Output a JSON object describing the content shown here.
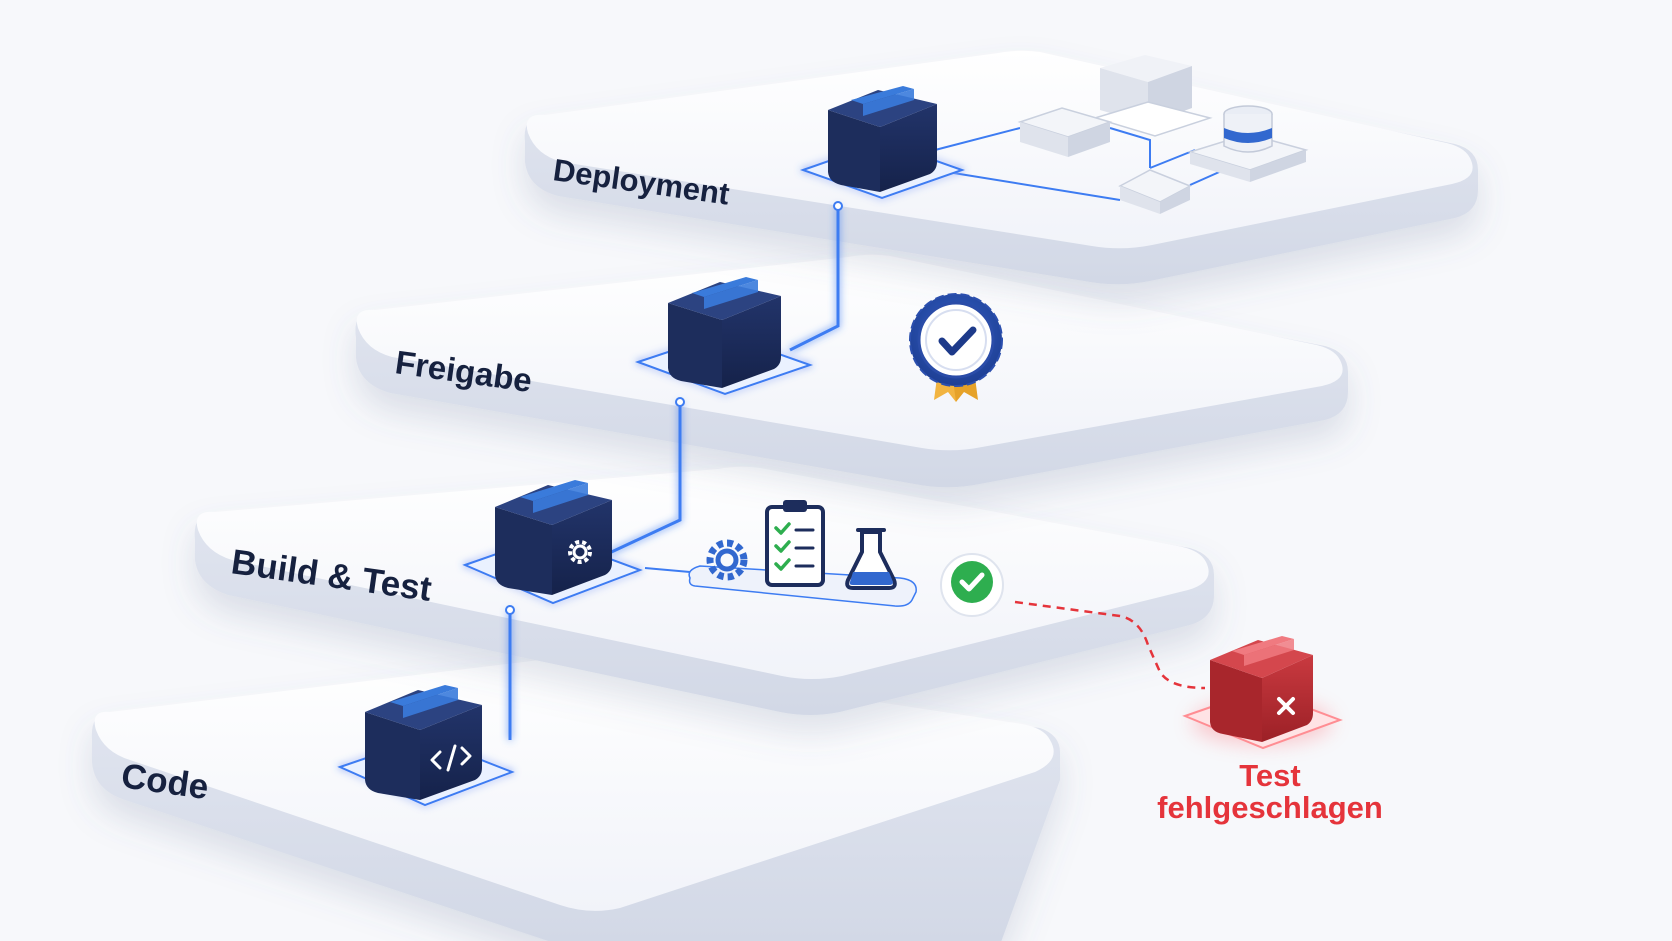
{
  "stages": [
    {
      "id": "code",
      "label": "Code"
    },
    {
      "id": "build",
      "label": "Build & Test"
    },
    {
      "id": "release",
      "label": "Freigabe"
    },
    {
      "id": "deploy",
      "label": "Deployment"
    }
  ],
  "failure": {
    "line1": "Test",
    "line2": "fehlgeschlagen"
  },
  "colors": {
    "box": "#1d2d5c",
    "box_tape": "#3a7bdb",
    "connector": "#3d7cf2",
    "success": "#2eae4f",
    "failure": "#c4333a",
    "failure_text": "#e5343b",
    "label": "#16213f"
  },
  "icons": [
    "code-icon",
    "gear-icon",
    "checklist-icon",
    "flask-icon",
    "check-icon",
    "badge-icon",
    "server-icon",
    "database-icon",
    "x-icon"
  ]
}
